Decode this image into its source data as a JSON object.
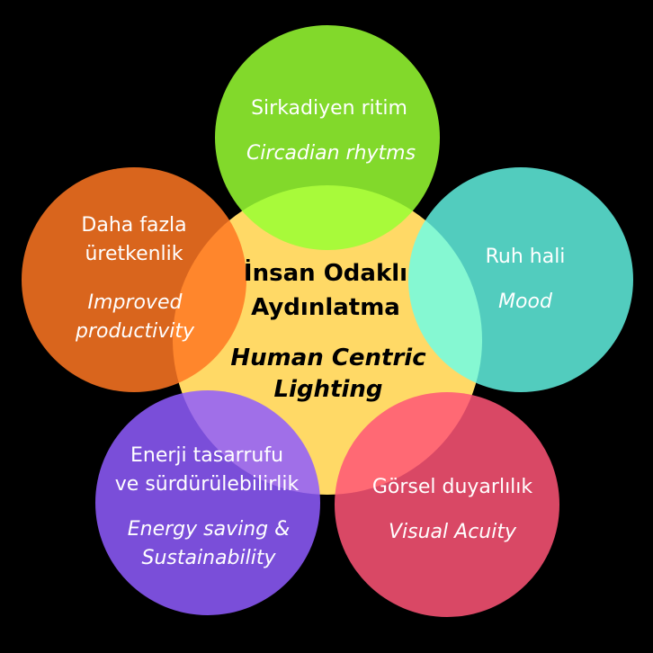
{
  "center": {
    "title_tr_line1": "İnsan Odaklı",
    "title_tr_line2": "Aydınlatma",
    "title_en_line1": "Human Centric",
    "title_en_line2": "Lighting",
    "color": "#ffd966"
  },
  "petals": {
    "circadian": {
      "tr": "Sirkadiyen  ritim",
      "en": "Circadian rhytms",
      "color": "#99ff33"
    },
    "mood": {
      "tr": "Ruh hali",
      "en": "Mood",
      "color": "#66ffee"
    },
    "visual": {
      "tr": "Görsel duyarlılık",
      "en": "Visual Acuity",
      "color": "#ff5577"
    },
    "energy": {
      "tr_line1": "Enerji tasarrufu",
      "tr_line2": "ve sürdürülebilirlik",
      "en_line1": "Energy saving &",
      "en_line2": "Sustainability",
      "color": "#8f5cff"
    },
    "productivity": {
      "tr_line1": "Daha fazla",
      "tr_line2": "üretkenlik",
      "en_line1": "Improved",
      "en_line2": "productivity",
      "color": "#ff7722"
    }
  }
}
